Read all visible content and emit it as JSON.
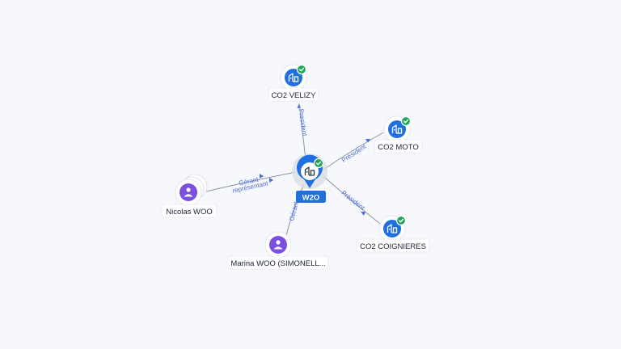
{
  "graph": {
    "center": {
      "name": "W2O",
      "icon": "building-icon",
      "verified": true
    },
    "companies": [
      {
        "name": "CO2 VELIZY",
        "icon": "building-icon",
        "verified": true,
        "relation": "President"
      },
      {
        "name": "CO2 MOTO",
        "icon": "building-icon",
        "verified": true,
        "relation": "Président"
      },
      {
        "name": "CO2 COIGNIERES",
        "icon": "building-icon",
        "verified": true,
        "relation": "Président"
      }
    ],
    "persons": [
      {
        "name": "Nicolas WOO",
        "icon": "person-icon",
        "relation_line1": "Gérant",
        "relation_line2": "représentant"
      },
      {
        "name": "Marina WOO (SIMONELL...",
        "icon": "person-icon",
        "relation_line1": "Gérant"
      }
    ]
  },
  "colors": {
    "company": "#1f6fe0",
    "person": "#7b4fe0",
    "verified": "#20a55a",
    "edge_label": "#4a6bd6"
  }
}
